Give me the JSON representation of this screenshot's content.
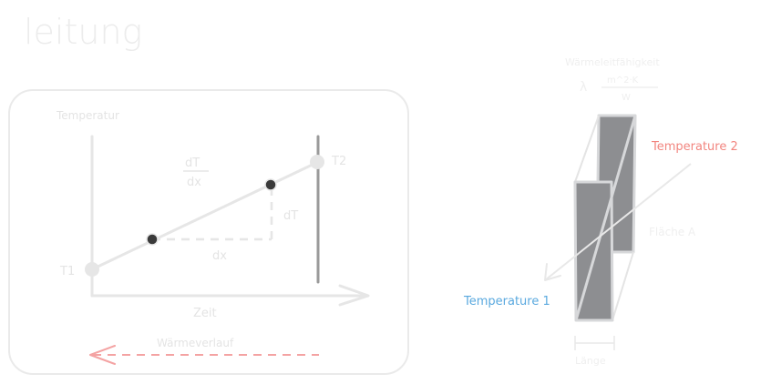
{
  "title": "leitung",
  "diagram": {
    "axis_y_label": "Temperatur",
    "axis_x_label": "Zeit",
    "gradient_numerator": "dT",
    "gradient_denominator": "dx",
    "delta_t_label": "dT",
    "delta_x_label": "dx",
    "t1_label": "T1",
    "t2_label": "T2",
    "heat_flow_label": "Wärmeverlauf"
  },
  "slab": {
    "conductivity_label": "Wärmeleitfähigkeit",
    "lambda_symbol": "λ",
    "unit_numerator": "m^2·K",
    "unit_denominator": "W",
    "temperature_2_label": "Temperature 2",
    "temperature_1_label": "Temperature 1",
    "area_label": "Fläche A",
    "length_label": "Länge"
  },
  "colors": {
    "faint_line": "#e6e6e6",
    "axis_gray": "#9a9a9a",
    "slab_fill": "#8d8e91",
    "slab_edge": "#d7d8da",
    "temp2_red": "#f2857f",
    "temp1_blue": "#5aa9df",
    "arrow_red": "#f4a3a3",
    "dot_dark": "#3a3a3a"
  }
}
